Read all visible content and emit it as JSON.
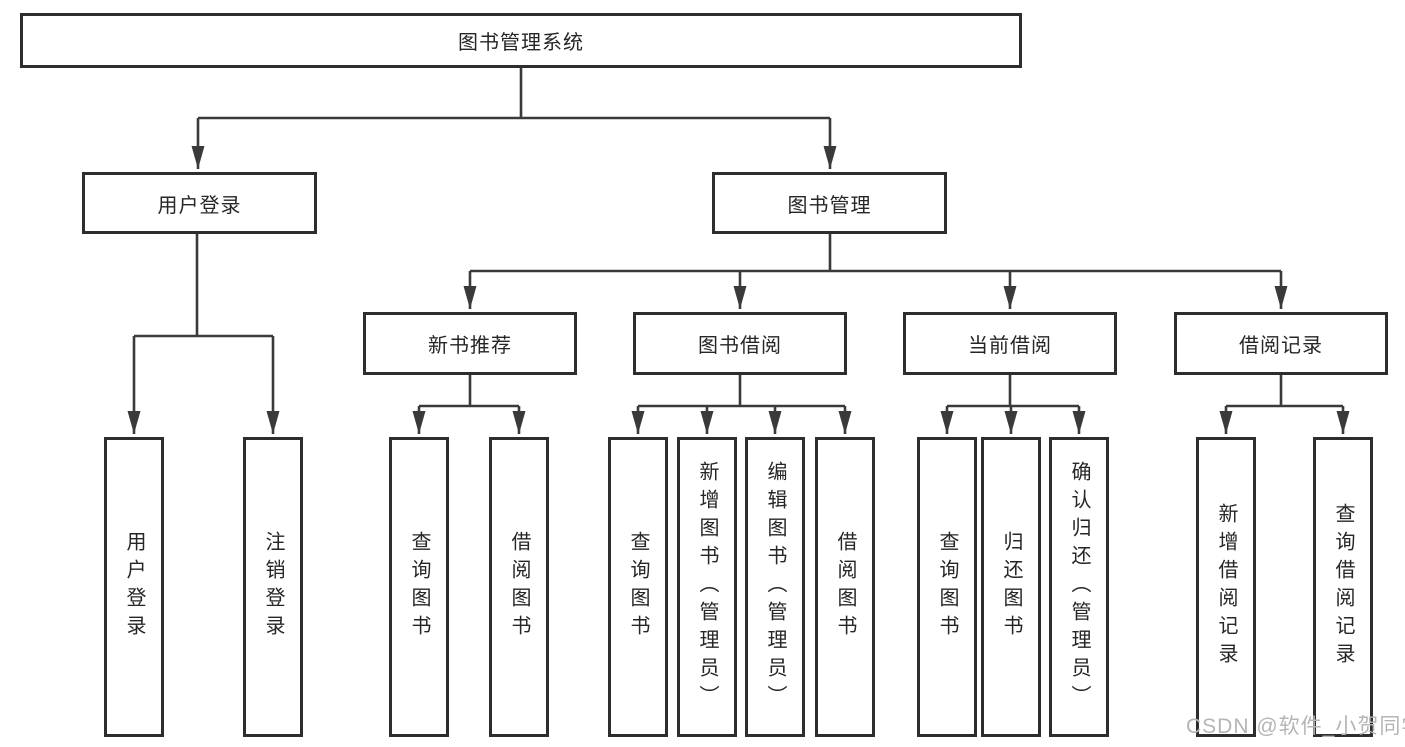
{
  "diagram_type": "hierarchy-tree",
  "tree": {
    "label": "图书管理系统",
    "children": [
      {
        "label": "用户登录",
        "children": [
          {
            "label": "用户登录"
          },
          {
            "label": "注销登录"
          }
        ]
      },
      {
        "label": "图书管理",
        "children": [
          {
            "label": "新书推荐",
            "children": [
              {
                "label": "查询图书"
              },
              {
                "label": "借阅图书"
              }
            ]
          },
          {
            "label": "图书借阅",
            "children": [
              {
                "label": "查询图书"
              },
              {
                "label": "新增图书（管理员）"
              },
              {
                "label": "编辑图书（管理员）"
              },
              {
                "label": "借阅图书"
              }
            ]
          },
          {
            "label": "当前借阅",
            "children": [
              {
                "label": "查询图书"
              },
              {
                "label": "归还图书"
              },
              {
                "label": "确认归还（管理员）"
              }
            ]
          },
          {
            "label": "借阅记录",
            "children": [
              {
                "label": "新增借阅记录"
              },
              {
                "label": "查询借阅记录"
              }
            ]
          }
        ]
      }
    ]
  },
  "watermark": {
    "text": "CSDN @软件_小贺同学"
  },
  "colors": {
    "background": "#ffffff",
    "line": "#3a3a3a",
    "box_border": "#2d2d2d",
    "box_fill": "#ffffff",
    "text": "#262626",
    "watermark": "#b5b5b5"
  }
}
